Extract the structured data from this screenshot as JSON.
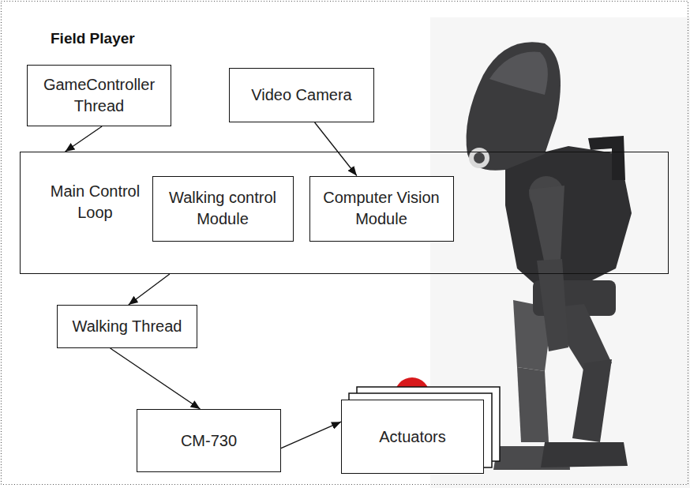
{
  "diagram": {
    "title": "Field Player",
    "nodes": [
      {
        "text": [
          "GameController Thread"
        ]
      },
      {
        "text": [
          "Video Camera"
        ]
      },
      {
        "text": [
          "Main Control Loop"
        ]
      },
      {
        "text": [
          "Walking control Module"
        ],
        "in": 2
      },
      {
        "text": [
          "Computer Vision Module"
        ],
        "in": 2
      },
      {
        "text": [
          "Walking Thread"
        ]
      },
      {
        "text": [
          "CM-730"
        ]
      },
      {
        "text": [
          "Actuators"
        ]
      }
    ],
    "edges": [
      {
        "from": 0,
        "to": 2,
        "arrow": "to"
      },
      {
        "from": 1,
        "to": 4,
        "arrow": "to"
      },
      {
        "from": 2,
        "to": 5,
        "arrow": "to"
      },
      {
        "from": 5,
        "to": 6,
        "arrow": "to"
      },
      {
        "from": 6,
        "to": 7,
        "arrow": "to"
      }
    ]
  }
}
